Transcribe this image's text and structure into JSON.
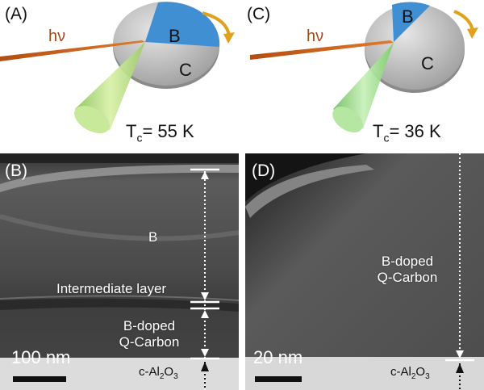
{
  "panels": {
    "A": {
      "label": "(A)",
      "photon": "hν",
      "segment_b": "B",
      "segment_c": "C",
      "tc_prefix": "T",
      "tc_sub": "c",
      "tc_value": "= 55 K",
      "boron_fraction_shown": 0.3
    },
    "C": {
      "label": "(C)",
      "photon": "hν",
      "segment_b": "B",
      "segment_c": "C",
      "tc_prefix": "T",
      "tc_sub": "c",
      "tc_value": "= 36 K",
      "boron_fraction_shown": 0.14
    },
    "B": {
      "label": "(B)",
      "layer_b": "B",
      "intermediate_layer": "Intermediate layer",
      "doped_line1": "B-doped",
      "doped_line2": "Q-Carbon",
      "scale_bar": "100 nm",
      "substrate_prefix": "c-Al",
      "substrate_sub1": "2",
      "substrate_mid": "O",
      "substrate_sub2": "3"
    },
    "D": {
      "label": "(D)",
      "doped_line1": "B-doped",
      "doped_line2": "Q-Carbon",
      "scale_bar": "20 nm",
      "substrate_prefix": "c-Al",
      "substrate_sub1": "2",
      "substrate_mid": "O",
      "substrate_sub2": "3"
    }
  },
  "colors": {
    "disc_gray": "#c9c9c9",
    "boron_blue": "#3f8fd2",
    "laser_orange": "#c8611c",
    "cone_green": "#a6d87a",
    "arrow_gold": "#e0a21c",
    "sem_bg": "#4a4a4a",
    "substrate": "#dcdcdc"
  }
}
